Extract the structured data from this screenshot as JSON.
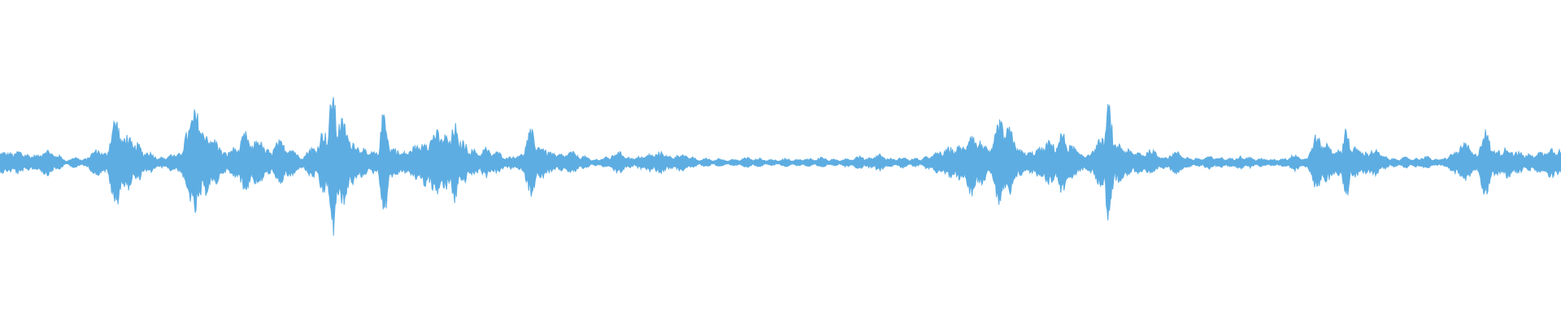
{
  "waveform": {
    "color": "#5dade2",
    "background": "#ffffff",
    "sample_count": 1920,
    "peak_amplitude": 1.0,
    "bursts": [
      [
        0.002,
        0.1,
        0.003
      ],
      [
        0.006,
        0.09,
        0.004
      ],
      [
        0.012,
        0.11,
        0.003
      ],
      [
        0.017,
        0.08,
        0.003
      ],
      [
        0.023,
        0.07,
        0.004
      ],
      [
        0.03,
        0.12,
        0.004
      ],
      [
        0.037,
        0.07,
        0.003
      ],
      [
        0.048,
        0.05,
        0.003
      ],
      [
        0.056,
        0.04,
        0.003
      ],
      [
        0.062,
        0.12,
        0.004
      ],
      [
        0.068,
        0.09,
        0.004
      ],
      [
        0.074,
        0.42,
        0.003
      ],
      [
        0.081,
        0.26,
        0.004
      ],
      [
        0.088,
        0.18,
        0.003
      ],
      [
        0.095,
        0.1,
        0.004
      ],
      [
        0.103,
        0.05,
        0.003
      ],
      [
        0.11,
        0.08,
        0.003
      ],
      [
        0.117,
        0.1,
        0.004
      ],
      [
        0.121,
        0.32,
        0.003
      ],
      [
        0.125,
        0.48,
        0.004
      ],
      [
        0.131,
        0.3,
        0.004
      ],
      [
        0.137,
        0.22,
        0.004
      ],
      [
        0.143,
        0.1,
        0.003
      ],
      [
        0.15,
        0.14,
        0.004
      ],
      [
        0.157,
        0.28,
        0.003
      ],
      [
        0.165,
        0.22,
        0.004
      ],
      [
        0.171,
        0.12,
        0.003
      ],
      [
        0.179,
        0.2,
        0.004
      ],
      [
        0.186,
        0.14,
        0.004
      ],
      [
        0.193,
        0.05,
        0.003
      ],
      [
        0.2,
        0.14,
        0.004
      ],
      [
        0.207,
        0.3,
        0.003
      ],
      [
        0.213,
        0.7,
        0.002
      ],
      [
        0.219,
        0.4,
        0.004
      ],
      [
        0.226,
        0.2,
        0.004
      ],
      [
        0.232,
        0.14,
        0.003
      ],
      [
        0.239,
        0.1,
        0.004
      ],
      [
        0.246,
        0.52,
        0.002
      ],
      [
        0.252,
        0.14,
        0.004
      ],
      [
        0.259,
        0.1,
        0.004
      ],
      [
        0.266,
        0.16,
        0.004
      ],
      [
        0.272,
        0.22,
        0.003
      ],
      [
        0.279,
        0.3,
        0.004
      ],
      [
        0.285,
        0.26,
        0.004
      ],
      [
        0.291,
        0.38,
        0.002
      ],
      [
        0.296,
        0.2,
        0.004
      ],
      [
        0.303,
        0.12,
        0.004
      ],
      [
        0.311,
        0.14,
        0.003
      ],
      [
        0.318,
        0.1,
        0.004
      ],
      [
        0.327,
        0.06,
        0.003
      ],
      [
        0.333,
        0.08,
        0.003
      ],
      [
        0.34,
        0.3,
        0.003
      ],
      [
        0.346,
        0.16,
        0.004
      ],
      [
        0.352,
        0.1,
        0.004
      ],
      [
        0.359,
        0.08,
        0.003
      ],
      [
        0.366,
        0.1,
        0.004
      ],
      [
        0.374,
        0.06,
        0.003
      ],
      [
        0.382,
        0.03,
        0.003
      ],
      [
        0.388,
        0.05,
        0.003
      ],
      [
        0.396,
        0.1,
        0.004
      ],
      [
        0.403,
        0.05,
        0.003
      ],
      [
        0.41,
        0.06,
        0.003
      ],
      [
        0.416,
        0.08,
        0.003
      ],
      [
        0.423,
        0.1,
        0.004
      ],
      [
        0.429,
        0.06,
        0.003
      ],
      [
        0.436,
        0.08,
        0.004
      ],
      [
        0.443,
        0.05,
        0.003
      ],
      [
        0.452,
        0.04,
        0.003
      ],
      [
        0.461,
        0.04,
        0.003
      ],
      [
        0.47,
        0.03,
        0.003
      ],
      [
        0.478,
        0.05,
        0.003
      ],
      [
        0.486,
        0.04,
        0.003
      ],
      [
        0.494,
        0.03,
        0.003
      ],
      [
        0.503,
        0.04,
        0.003
      ],
      [
        0.511,
        0.03,
        0.003
      ],
      [
        0.518,
        0.04,
        0.003
      ],
      [
        0.526,
        0.05,
        0.003
      ],
      [
        0.534,
        0.03,
        0.003
      ],
      [
        0.542,
        0.04,
        0.003
      ],
      [
        0.55,
        0.06,
        0.003
      ],
      [
        0.557,
        0.05,
        0.003
      ],
      [
        0.563,
        0.08,
        0.003
      ],
      [
        0.57,
        0.04,
        0.003
      ],
      [
        0.578,
        0.05,
        0.003
      ],
      [
        0.586,
        0.04,
        0.003
      ],
      [
        0.594,
        0.06,
        0.003
      ],
      [
        0.601,
        0.1,
        0.004
      ],
      [
        0.608,
        0.14,
        0.004
      ],
      [
        0.615,
        0.16,
        0.004
      ],
      [
        0.622,
        0.3,
        0.003
      ],
      [
        0.628,
        0.2,
        0.004
      ],
      [
        0.635,
        0.12,
        0.004
      ],
      [
        0.64,
        0.4,
        0.003
      ],
      [
        0.646,
        0.32,
        0.004
      ],
      [
        0.653,
        0.12,
        0.004
      ],
      [
        0.66,
        0.1,
        0.004
      ],
      [
        0.666,
        0.14,
        0.004
      ],
      [
        0.672,
        0.2,
        0.004
      ],
      [
        0.68,
        0.28,
        0.003
      ],
      [
        0.686,
        0.16,
        0.004
      ],
      [
        0.692,
        0.08,
        0.003
      ],
      [
        0.699,
        0.1,
        0.004
      ],
      [
        0.705,
        0.22,
        0.004
      ],
      [
        0.71,
        0.55,
        0.002
      ],
      [
        0.716,
        0.18,
        0.004
      ],
      [
        0.722,
        0.12,
        0.004
      ],
      [
        0.729,
        0.1,
        0.004
      ],
      [
        0.737,
        0.12,
        0.004
      ],
      [
        0.745,
        0.06,
        0.003
      ],
      [
        0.753,
        0.1,
        0.004
      ],
      [
        0.76,
        0.05,
        0.003
      ],
      [
        0.767,
        0.04,
        0.003
      ],
      [
        0.774,
        0.06,
        0.003
      ],
      [
        0.781,
        0.05,
        0.003
      ],
      [
        0.788,
        0.04,
        0.003
      ],
      [
        0.794,
        0.06,
        0.003
      ],
      [
        0.8,
        0.05,
        0.003
      ],
      [
        0.808,
        0.04,
        0.003
      ],
      [
        0.815,
        0.03,
        0.003
      ],
      [
        0.822,
        0.04,
        0.003
      ],
      [
        0.829,
        0.08,
        0.003
      ],
      [
        0.836,
        0.04,
        0.003
      ],
      [
        0.843,
        0.26,
        0.003
      ],
      [
        0.849,
        0.18,
        0.004
      ],
      [
        0.856,
        0.12,
        0.004
      ],
      [
        0.862,
        0.34,
        0.002
      ],
      [
        0.868,
        0.14,
        0.004
      ],
      [
        0.874,
        0.1,
        0.004
      ],
      [
        0.88,
        0.12,
        0.004
      ],
      [
        0.886,
        0.06,
        0.003
      ],
      [
        0.893,
        0.04,
        0.003
      ],
      [
        0.9,
        0.05,
        0.003
      ],
      [
        0.907,
        0.04,
        0.003
      ],
      [
        0.913,
        0.06,
        0.003
      ],
      [
        0.919,
        0.03,
        0.003
      ],
      [
        0.925,
        0.04,
        0.003
      ],
      [
        0.932,
        0.1,
        0.004
      ],
      [
        0.938,
        0.18,
        0.004
      ],
      [
        0.944,
        0.08,
        0.003
      ],
      [
        0.951,
        0.3,
        0.003
      ],
      [
        0.958,
        0.12,
        0.004
      ],
      [
        0.965,
        0.14,
        0.004
      ],
      [
        0.972,
        0.1,
        0.004
      ],
      [
        0.979,
        0.08,
        0.003
      ],
      [
        0.986,
        0.1,
        0.004
      ],
      [
        0.993,
        0.14,
        0.004
      ],
      [
        0.998,
        0.12,
        0.003
      ]
    ]
  }
}
